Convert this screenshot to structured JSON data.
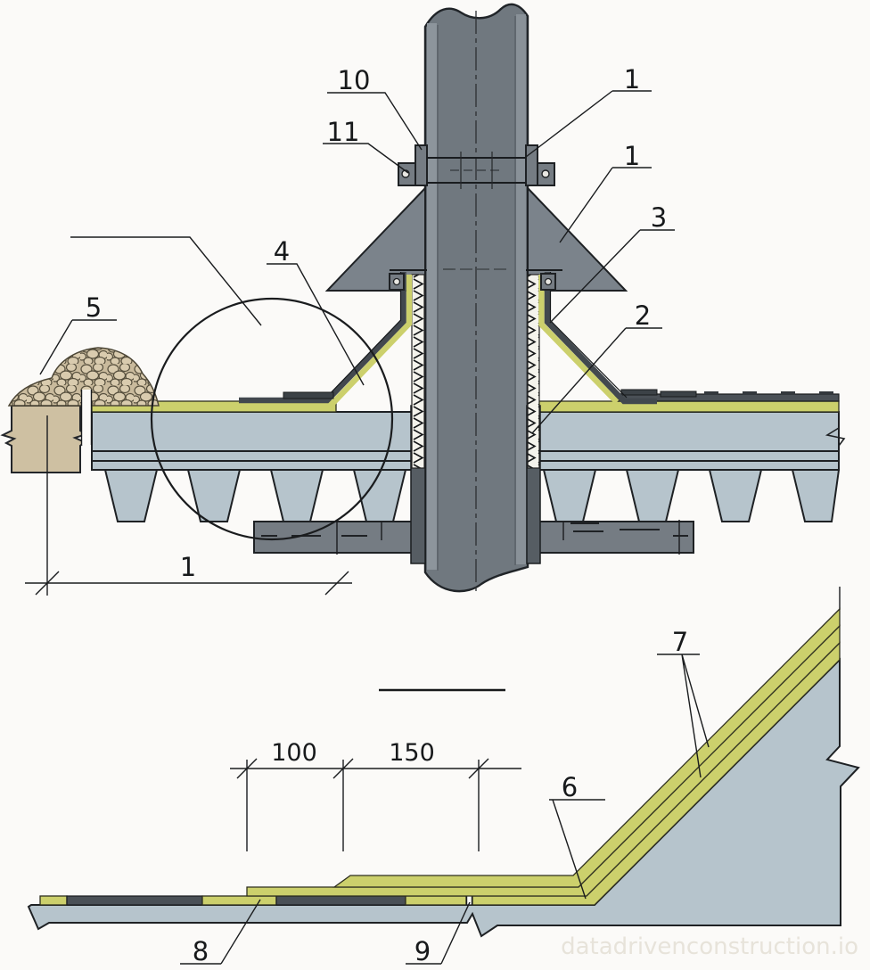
{
  "figure": {
    "callouts": {
      "n1": "1",
      "n2": "2",
      "n3": "3",
      "n4": "4",
      "n5": "5",
      "n6": "6",
      "n7": "7",
      "n8": "8",
      "n9": "9",
      "n10": "10",
      "n11": "11"
    },
    "dimensions": {
      "overlap_a": "100",
      "overlap_b": "150",
      "axis": "1"
    },
    "watermark": "datadrivenconstruction.io",
    "colors": {
      "bg": "#fbfaf8",
      "pipe": "#70787f",
      "pipe-edge": "#8d959c",
      "cone": "#7b838b",
      "steel": "#757c83",
      "membrane": "#4a5056",
      "flashing": "#42484e",
      "insulation": "#ccd06c",
      "slab": "#b6c4cc",
      "parapet": "#cec0a2",
      "gravel": "#d8c9ab"
    }
  }
}
